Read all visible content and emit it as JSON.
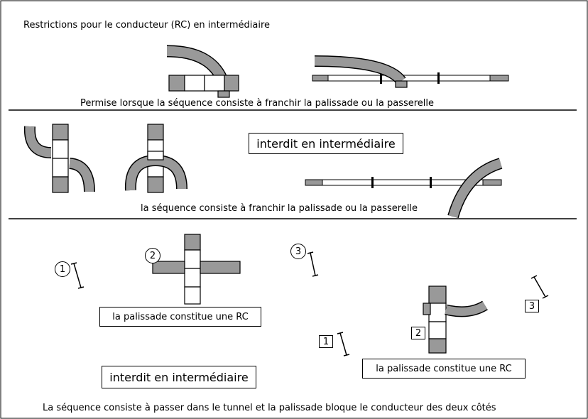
{
  "title": "Restrictions pour le conducteur (RC) en intermédiaire",
  "section1": {
    "caption": "Permise lorsque la séquence consiste à franchir la palissade ou la passerelle"
  },
  "section2": {
    "box_label": "interdit en intermédiaire",
    "caption": "la séquence consiste à franchir la palissade ou la passerelle"
  },
  "section3": {
    "left_box_label": "la palissade constitue une RC",
    "right_box_label": "la palissade constitue une RC",
    "forbidden_label": "interdit en intermédiaire",
    "caption": "La séquence consiste à passer dans le tunnel et la palissade bloque le conducteur des deux côtés",
    "circle_markers": [
      "1",
      "2",
      "3"
    ],
    "square_markers": [
      "1",
      "2",
      "3"
    ]
  },
  "colors": {
    "tunnel_fill": "#999999",
    "outline": "#000000",
    "background": "#ffffff"
  }
}
